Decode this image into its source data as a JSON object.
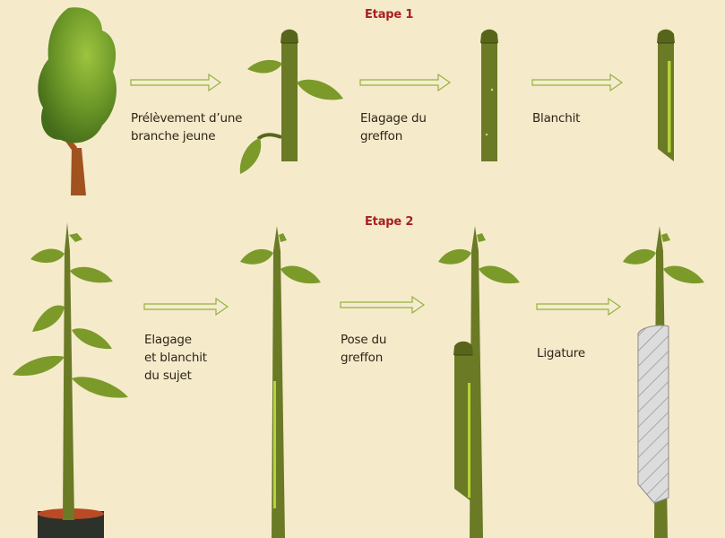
{
  "stage1": {
    "title": "Etape 1",
    "steps": [
      "Prélèvement d’une\nbranche jeune",
      "Elagage du\ngreffon",
      "Blanchit"
    ]
  },
  "stage2": {
    "title": "Etape 2",
    "steps": [
      "Elagage\net blanchit\ndu sujet",
      "Pose du\ngreffon",
      "Ligature"
    ]
  },
  "colors": {
    "background": "#f5ebcb",
    "title_red": "#a82020",
    "stem": "#6b7a25",
    "stem_dark": "#57651b",
    "leaf": "#7c9a2a",
    "leaf_light": "#9bbb42",
    "bark": "#a0521f",
    "arrow": "#97b13b",
    "pot_rim": "#b94a25",
    "pot": "#2c3129",
    "ligature": "#dedede"
  }
}
